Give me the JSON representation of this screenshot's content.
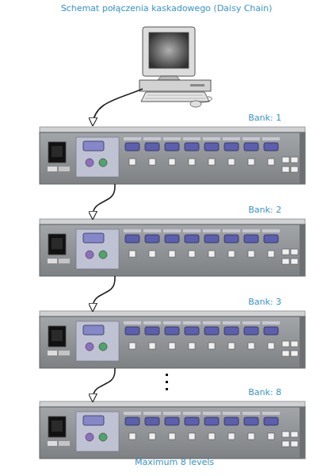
{
  "diagram": {
    "title": "Schemat połączenia kaskadowego (Daisy Chain)",
    "caption": "Maximum 8 levels",
    "nodes": [
      {
        "text": [
          "Bank: 1"
        ]
      },
      {
        "text": [
          "Bank: 2"
        ]
      },
      {
        "text": [
          "Bank: 3"
        ]
      },
      {
        "text": [
          "Bank: 8"
        ]
      }
    ],
    "edges": [
      {
        "from": 0,
        "to": 1,
        "arrow": "to"
      },
      {
        "from": 1,
        "to": 2,
        "arrow": "to"
      },
      {
        "from": 2,
        "to": 3,
        "arrow": "to"
      }
    ]
  }
}
